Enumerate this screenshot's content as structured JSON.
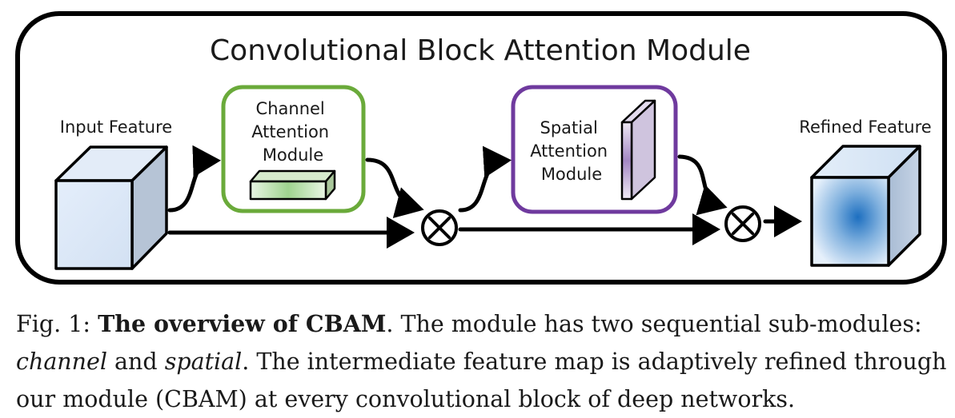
{
  "diagram": {
    "title": "Convolutional Block Attention Module",
    "input_label": "Input Feature",
    "channel_module": {
      "lines": [
        "Channel",
        "Attention",
        "Module"
      ],
      "color": "#6aaa3a"
    },
    "spatial_module": {
      "lines": [
        "Spatial",
        "Attention",
        "Module"
      ],
      "color": "#6f3a9e"
    },
    "output_label": "Refined Feature",
    "operator": "⊗"
  },
  "caption": {
    "fig_label": "Fig. 1:",
    "bold": "The overview of CBAM",
    "line1_rest": ". The module has two sequential sub-modules:",
    "line2_italic1": "channel",
    "line2_and": " and ",
    "line2_italic2": "spatial",
    "line2_rest": ". The intermediate feature map is adaptively refined through",
    "line3": "our module (CBAM) at every convolutional block of deep networks."
  }
}
